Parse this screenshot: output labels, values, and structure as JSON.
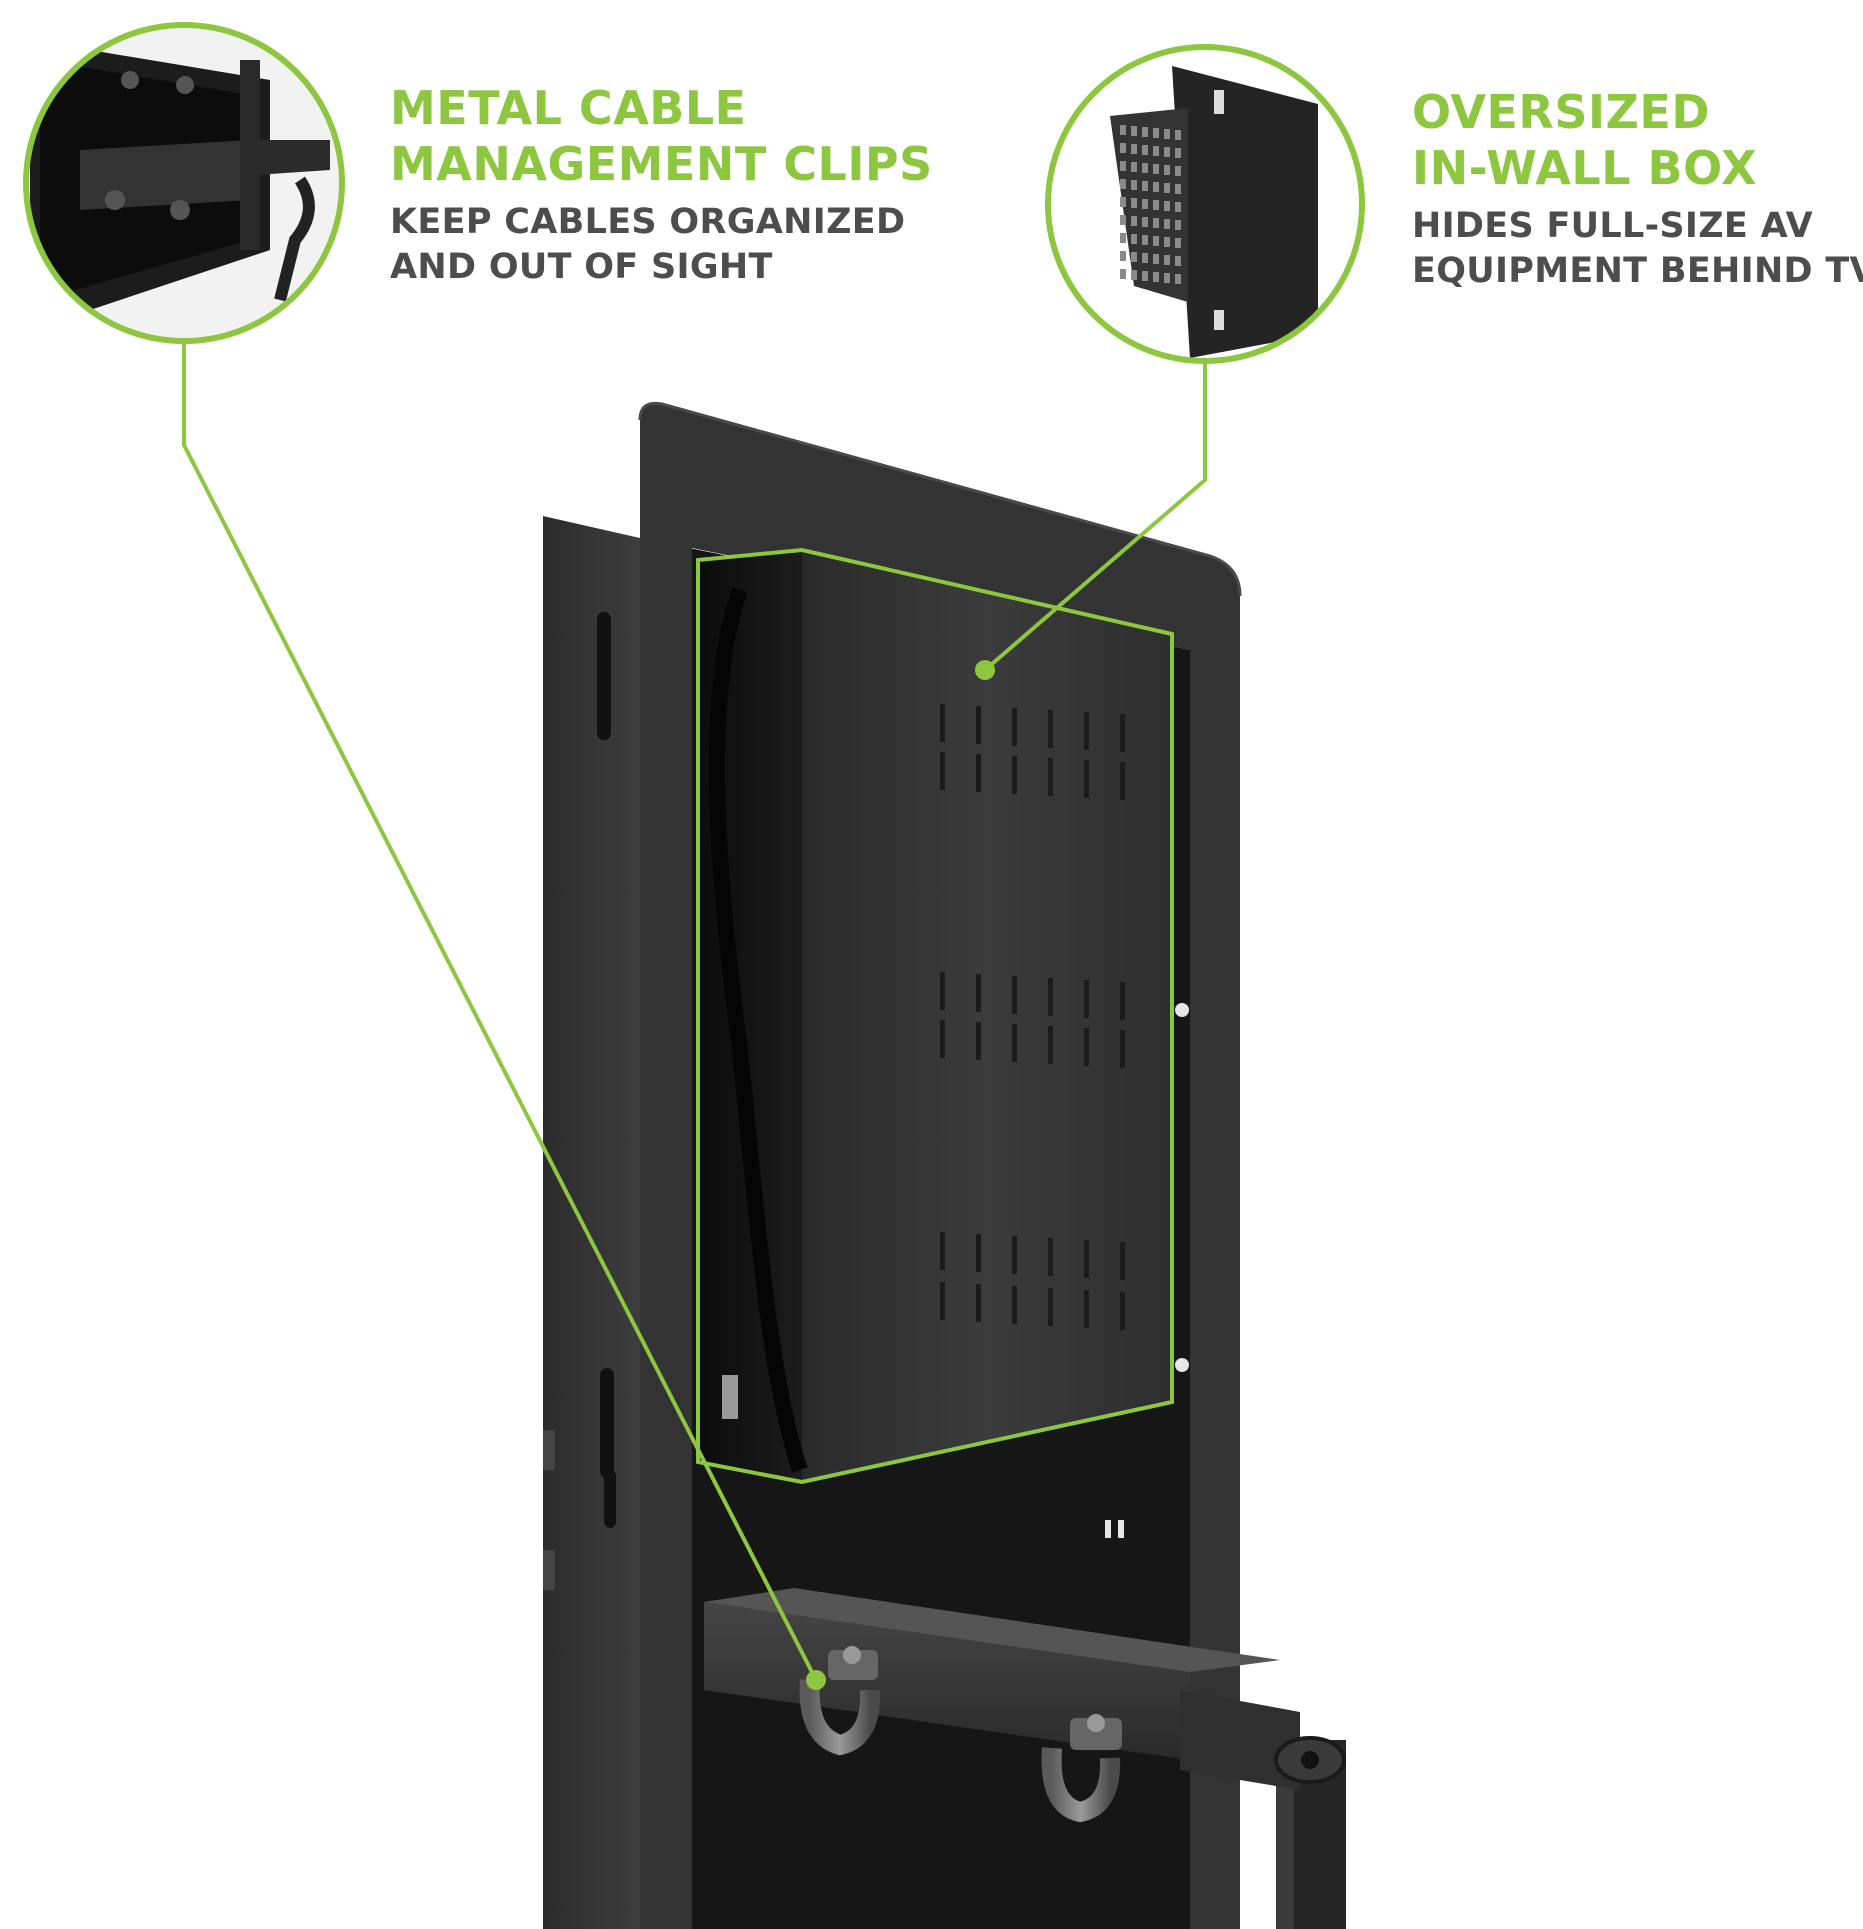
{
  "callouts": {
    "left": {
      "title_line1": "METAL CABLE",
      "title_line2": "MANAGEMENT CLIPS",
      "desc_line1": "KEEP CABLES ORGANIZED",
      "desc_line2": "AND OUT OF SIGHT"
    },
    "right": {
      "title_line1": "OVERSIZED",
      "title_line2": "IN-WALL BOX",
      "desc_line1": "HIDES FULL-SIZE AV",
      "desc_line2": "EQUIPMENT BEHIND TV"
    }
  },
  "colors": {
    "accent": "#8dc63f",
    "text_dark": "#4d4d4d",
    "product_dark": "#1f1f1f",
    "product_mid": "#3c3c3c",
    "background": "#ffffff"
  },
  "icons": {
    "left_inset": "cable-clip-closeup-icon",
    "right_inset": "in-wall-box-closeup-icon"
  }
}
